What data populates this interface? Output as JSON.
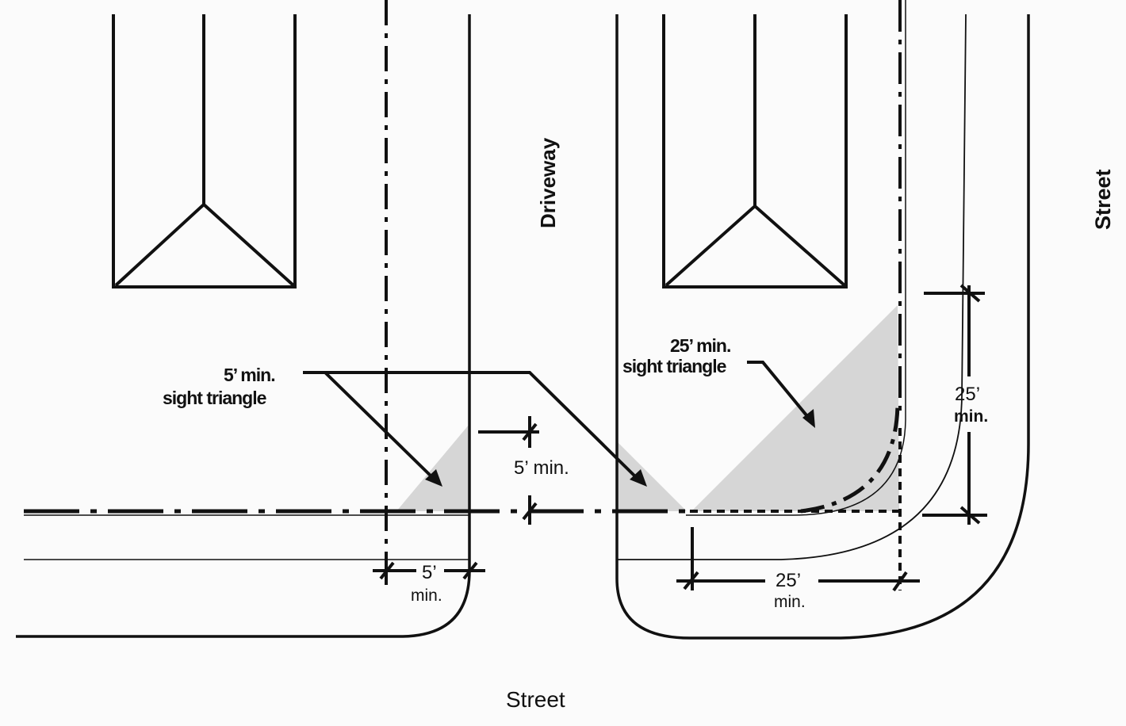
{
  "labels": {
    "driveway": "Driveway",
    "street_right": "Street",
    "street_bottom": "Street",
    "left_sight_line1": "5’ min.",
    "left_sight_line2": "sight triangle",
    "right_sight_line1": "25’ min.",
    "right_sight_line2": "sight triangle",
    "dim_5_vertical": "5’ min.",
    "dim_5_horizontal": "5’",
    "dim_5_horizontal_unit": "min.",
    "dim_25_horizontal": "25’",
    "dim_25_horizontal_unit": "min.",
    "dim_25_vertical": "25’",
    "dim_25_vertical_unit": "min."
  },
  "colors": {
    "line": "#111111",
    "shade": "#d4d4d4",
    "background": "#fbfbfb"
  }
}
